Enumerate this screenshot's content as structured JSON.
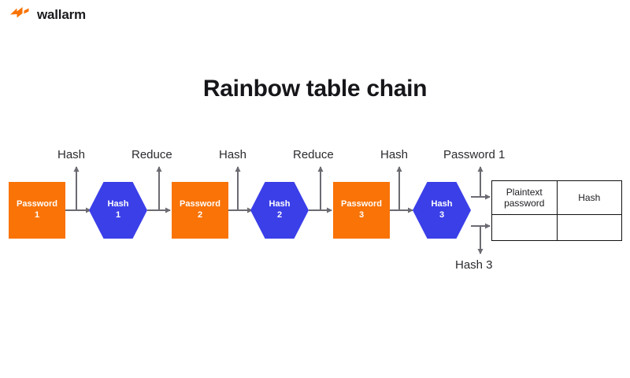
{
  "brand": {
    "name": "wallarm",
    "logo_icon": "wallarm-bolt-logo",
    "logo_color": "#f97306"
  },
  "title": "Rainbow table chain",
  "colors": {
    "password_fill": "#f97306",
    "hash_fill": "#3b3fe8",
    "arrow": "#6b6b72",
    "text": "#2b2b30",
    "table_border": "#111114"
  },
  "diagram": {
    "nodes": [
      {
        "id": "password-1",
        "shape": "rect",
        "line1": "Password",
        "line2": "1"
      },
      {
        "id": "hash-1",
        "shape": "hexagon",
        "line1": "Hash",
        "line2": "1"
      },
      {
        "id": "password-2",
        "shape": "rect",
        "line1": "Password",
        "line2": "2"
      },
      {
        "id": "hash-2",
        "shape": "hexagon",
        "line1": "Hash",
        "line2": "2"
      },
      {
        "id": "password-3",
        "shape": "rect",
        "line1": "Password",
        "line2": "3"
      },
      {
        "id": "hash-3",
        "shape": "hexagon",
        "line1": "Hash",
        "line2": "3"
      }
    ],
    "captions": [
      {
        "id": "caption-hash-1",
        "text": "Hash"
      },
      {
        "id": "caption-reduce-1",
        "text": "Reduce"
      },
      {
        "id": "caption-hash-2",
        "text": "Hash"
      },
      {
        "id": "caption-reduce-2",
        "text": "Reduce"
      },
      {
        "id": "caption-hash-3",
        "text": "Hash"
      },
      {
        "id": "caption-password-1",
        "text": "Password 1"
      },
      {
        "id": "caption-hash-3-out",
        "text": "Hash 3"
      }
    ]
  },
  "table": {
    "headers": [
      "Plaintext password",
      "Hash"
    ],
    "header_line_1": "Plaintext",
    "header_line_2": "password",
    "rows": [
      {
        "plaintext": "",
        "hash": ""
      }
    ]
  }
}
